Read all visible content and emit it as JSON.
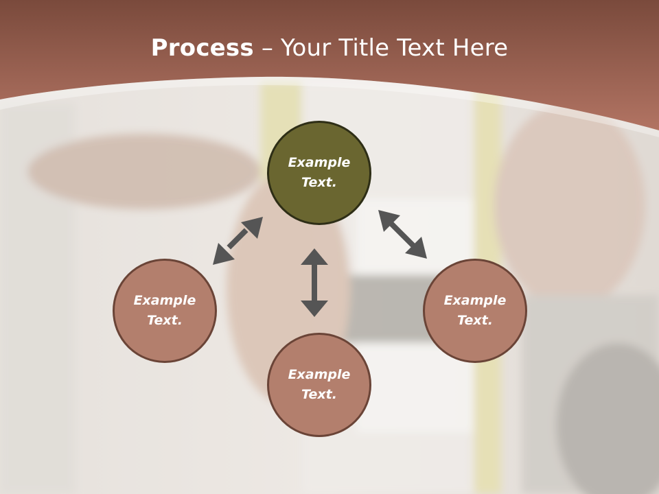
{
  "slide": {
    "title_bold": "Process",
    "title_sep": " – ",
    "title_rest": "Your Title Text Here"
  },
  "nodes": [
    {
      "id": "top",
      "line1": "Example",
      "line2": "Text.",
      "state": "active"
    },
    {
      "id": "left",
      "line1": "Example",
      "line2": "Text.",
      "state": "normal"
    },
    {
      "id": "right",
      "line1": "Example",
      "line2": "Text.",
      "state": "normal"
    },
    {
      "id": "bottom",
      "line1": "Example",
      "line2": "Text.",
      "state": "normal"
    }
  ],
  "colors": {
    "header_top": "#7a4a3c",
    "header_bottom": "#b27463",
    "active_fill": "#6a6630",
    "node_fill": "#b37f6d",
    "arrow": "#555555"
  }
}
